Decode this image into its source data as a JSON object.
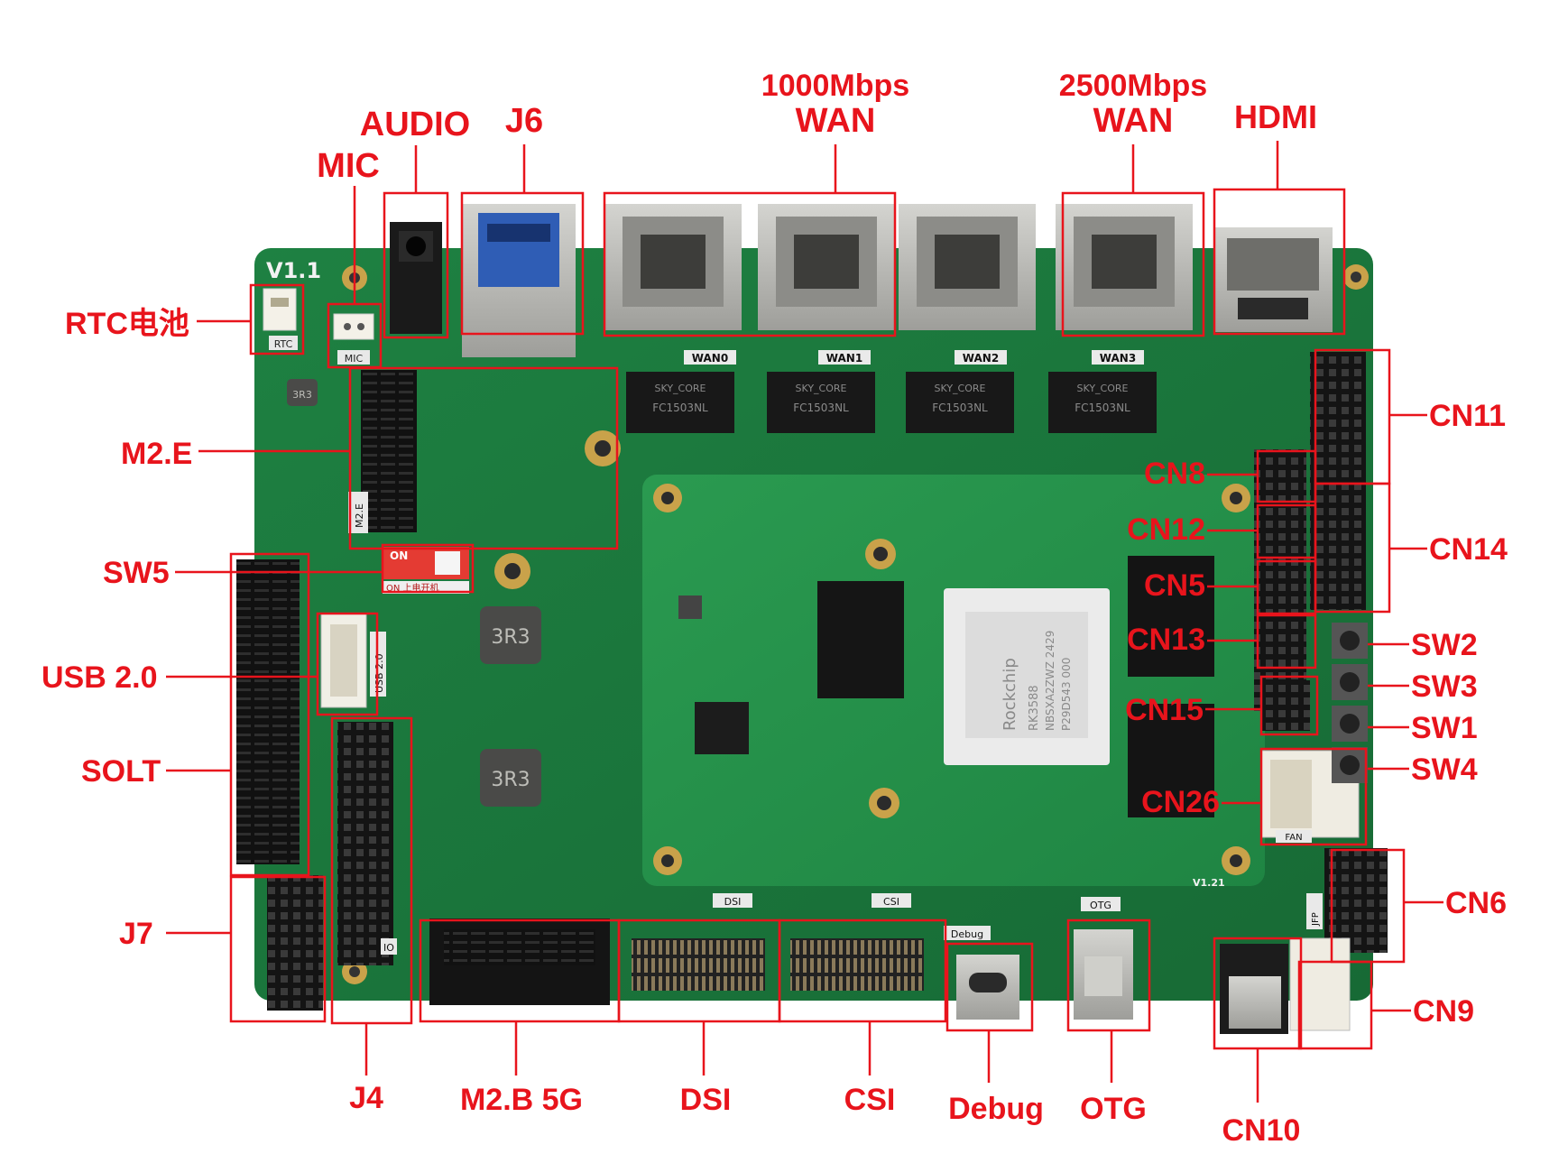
{
  "labels": {
    "mic": "MIC",
    "audio": "AUDIO",
    "j6": "J6",
    "wan1000_line1": "1000Mbps",
    "wan1000_line2": "WAN",
    "wan2500_line1": "2500Mbps",
    "wan2500_line2": "WAN",
    "hdmi": "HDMI",
    "rtc": "RTC电池",
    "m2e": "M2.E",
    "sw5": "SW5",
    "usb20": "USB 2.0",
    "solt": "SOLT",
    "j7": "J7",
    "j4": "J4",
    "m2b": "M2.B 5G",
    "dsi": "DSI",
    "csi": "CSI",
    "debug": "Debug",
    "otg": "OTG",
    "cn10": "CN10",
    "cn9": "CN9",
    "cn6": "CN6",
    "cn11": "CN11",
    "cn8": "CN8",
    "cn12": "CN12",
    "cn14": "CN14",
    "cn5": "CN5",
    "cn13": "CN13",
    "cn15": "CN15",
    "cn26": "CN26",
    "sw2": "SW2",
    "sw3": "SW3",
    "sw1": "SW1",
    "sw4": "SW4"
  },
  "silkscreen": {
    "version": "V1.1",
    "rtc": "RTC",
    "mic": "MIC",
    "wan0": "WAN0",
    "wan1": "WAN1",
    "wan2": "WAN2",
    "wan3": "WAN3",
    "m2e": "M2.E",
    "usb": "USB 2.0",
    "dsi": "DSI",
    "csi": "CSI",
    "otg": "OTG",
    "debug": "Debug",
    "io": "IO",
    "fan": "FAN",
    "jfp": "JFP",
    "switch_on": "ON",
    "switch_text": "ON 上电开机",
    "inductor1": "3R3",
    "inductor2": "3R3",
    "inductor3": "3R3",
    "magnetics_brand": "SKY_CORE",
    "magnetics_part": "FC1503NL",
    "soc_brand": "Rockchip",
    "soc_part": "RK3588",
    "soc_line2": "NBSXA2ZWZ 2429",
    "soc_line3": "P29D543 000",
    "som_version": "V1.21"
  },
  "colors": {
    "label": "#e8141c",
    "pcb": "#1c7a3e",
    "som": "#239048",
    "metal": "#b9b9b5"
  }
}
